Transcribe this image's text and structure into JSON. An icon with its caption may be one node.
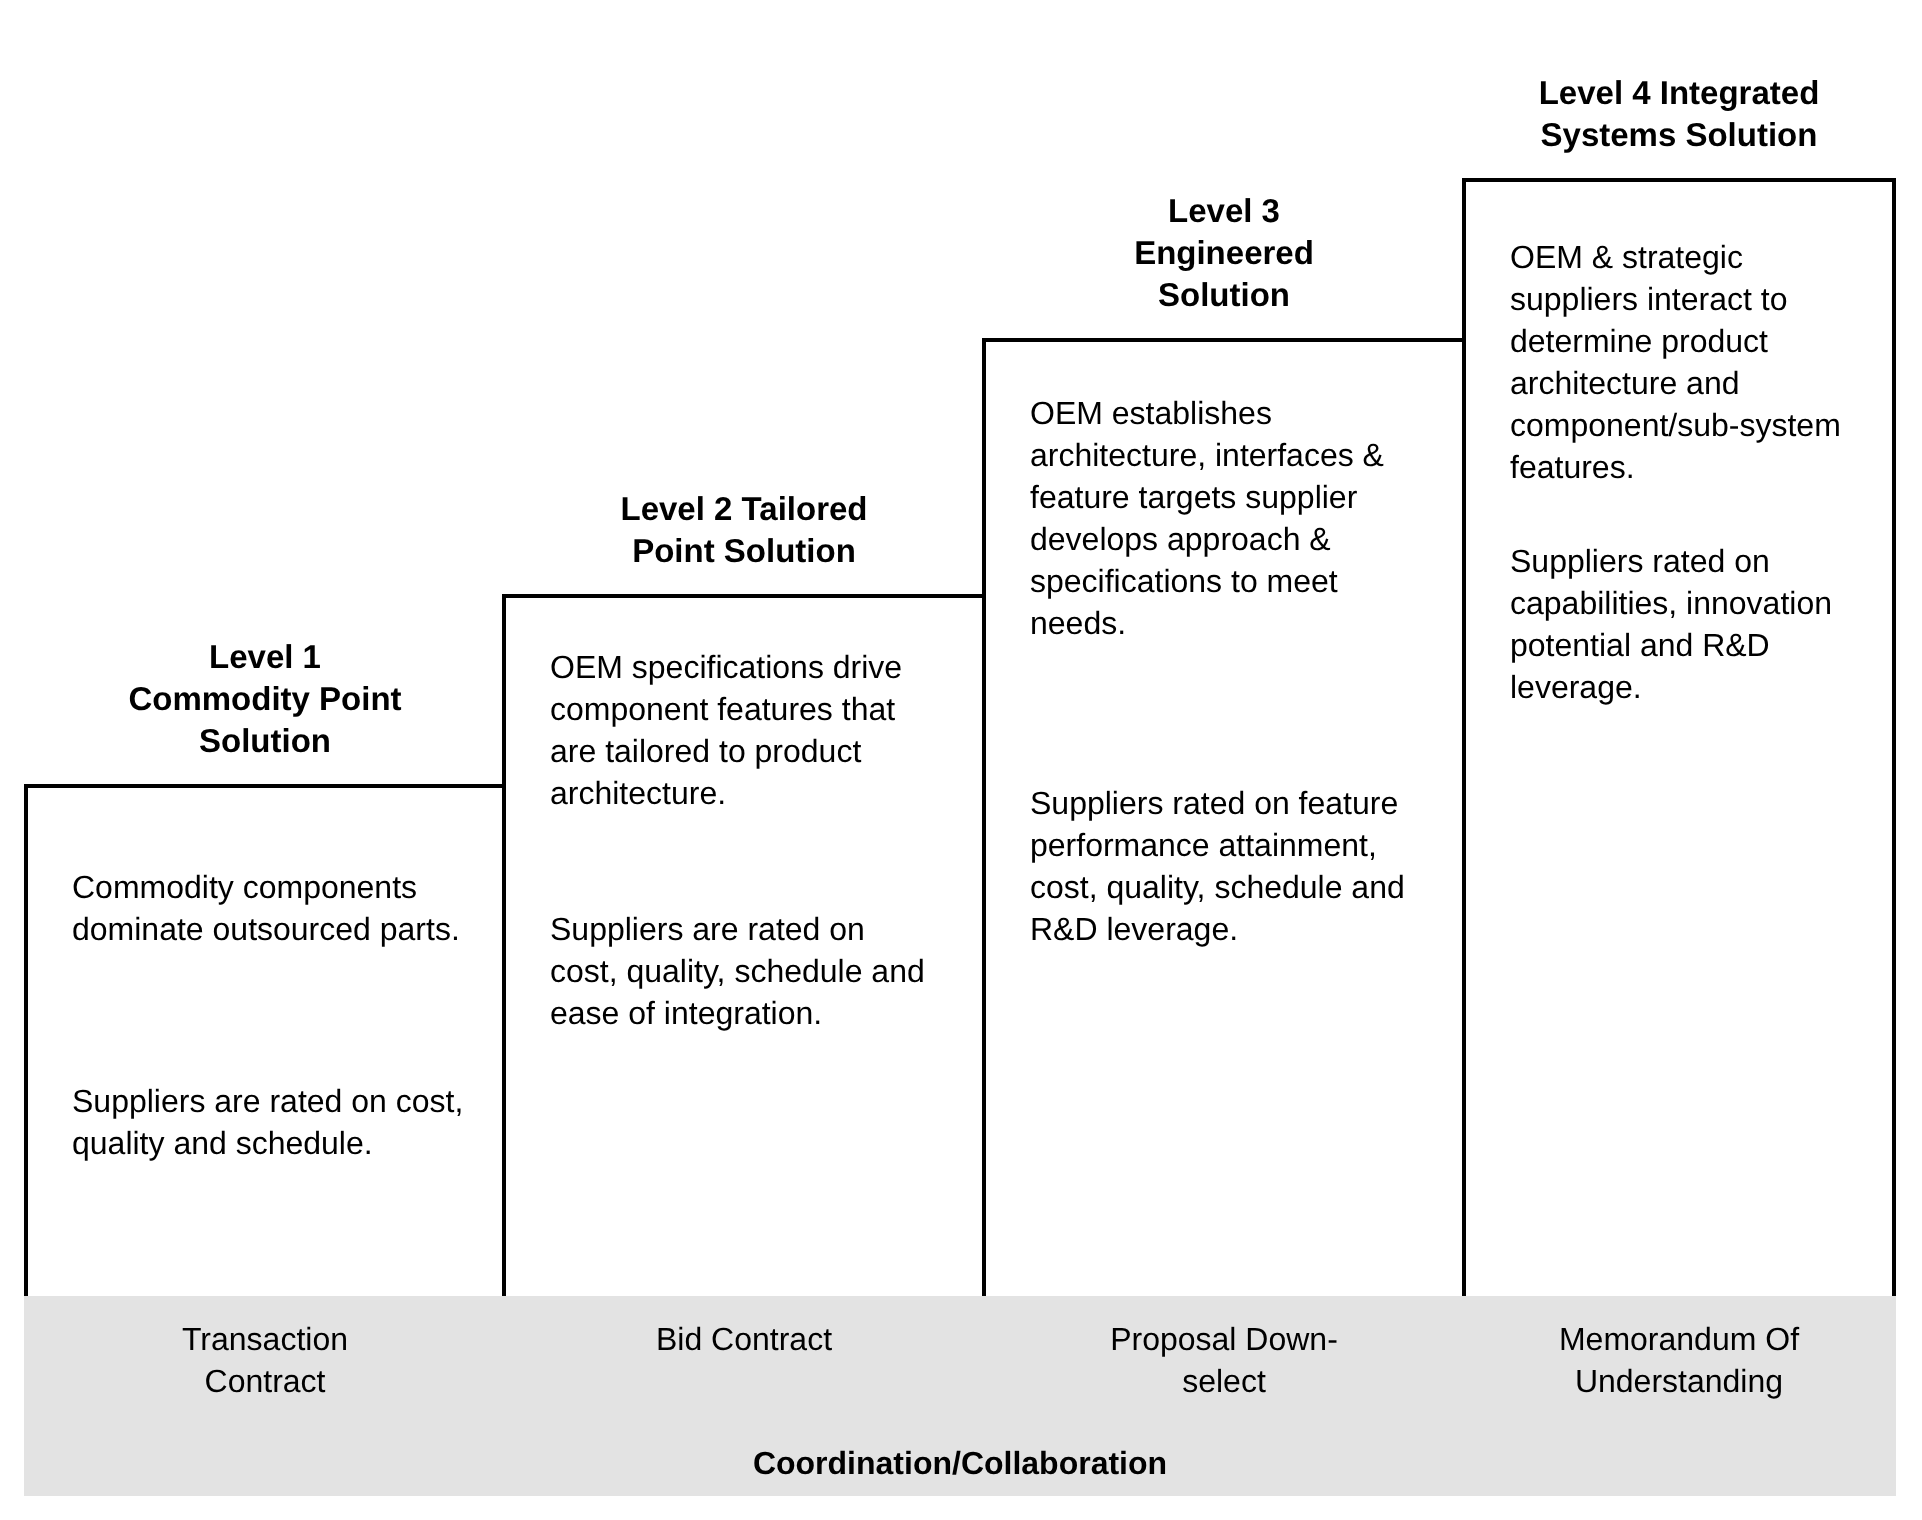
{
  "diagram": {
    "nodes": [
      {
        "text": [
          "Level 1 Commodity Point Solution",
          "Commodity components dominate outsourced parts.",
          "Suppliers are rated on cost, quality and schedule."
        ]
      },
      {
        "text": [
          "Level 2 Tailored Point Solution",
          "OEM specifications drive component features that are tailored to product architecture.",
          "Suppliers are rated on cost, quality, schedule and ease of integration."
        ]
      },
      {
        "text": [
          "Level 3 Engineered Solution",
          "OEM establishes architecture, interfaces & feature targets supplier develops approach & specifications to meet needs.",
          "Suppliers rated on feature performance attainment, cost, quality, schedule and R&D leverage."
        ]
      },
      {
        "text": [
          "Level 4 Integrated Systems Solution",
          "OEM & strategic suppliers interact to determine product architecture and component/sub-system features.",
          "Suppliers rated on capabilities, innovation potential and R&D leverage."
        ]
      },
      {
        "text": [
          "Transaction Contract",
          "Bid Contract",
          "Proposal Down-select",
          "Memorandum Of Understanding",
          "Coordination/Collaboration"
        ]
      }
    ],
    "edges": []
  }
}
